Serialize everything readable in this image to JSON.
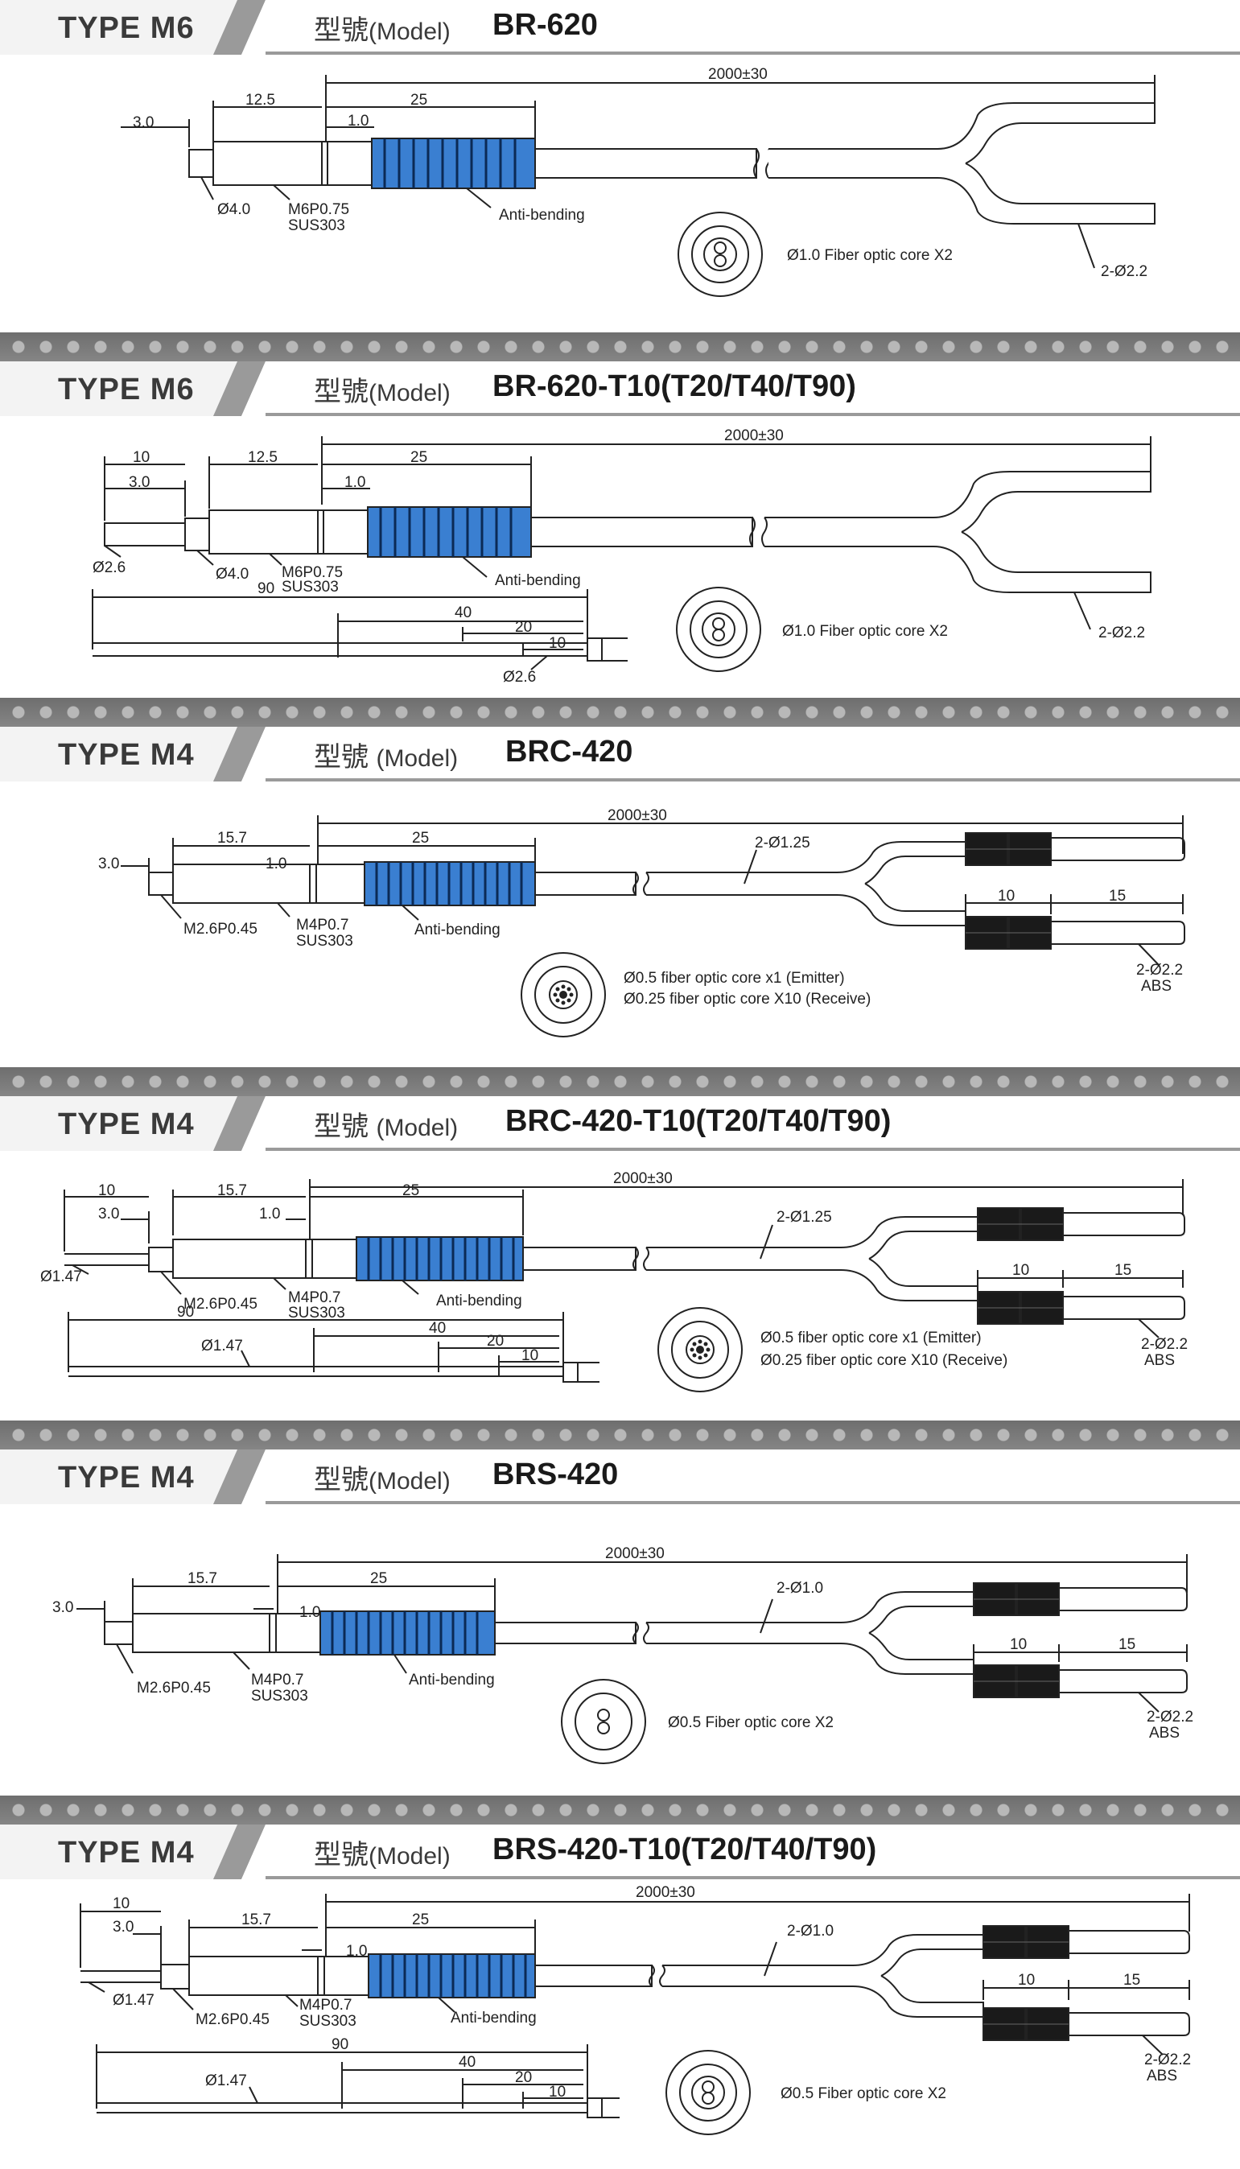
{
  "common": {
    "model_prefix": "型號",
    "model_word": "(Model)",
    "anti_bending": "Anti-bending",
    "fiber_length": "2000±30",
    "abs": "ABS",
    "outer_dia": "2-Ø2.2"
  },
  "sections": [
    {
      "type_label": "TYPE  M6",
      "model_name": "BR-620",
      "dims": {
        "d_30": "3.0",
        "d_125": "12.5",
        "d_25": "25",
        "d_10": "1.0"
      },
      "callouts": {
        "tip": "Ø4.0",
        "thread": "M6P0.75",
        "material": "SUS303"
      },
      "core_text": [
        "Ø1.0 Fiber optic core X2"
      ]
    },
    {
      "type_label": "TYPE  M6",
      "model_name": "BR-620-T10(T20/T40/T90)",
      "dims": {
        "d_10a": "10",
        "d_30": "3.0",
        "d_125": "12.5",
        "d_25": "25",
        "d_10": "1.0"
      },
      "callouts": {
        "tip_small": "Ø2.6",
        "tip": "Ø4.0",
        "thread": "M6P0.75",
        "material": "SUS303"
      },
      "probe": {
        "d_90": "90",
        "d_40": "40",
        "d_20": "20",
        "d_10": "10",
        "dia": "Ø2.6"
      },
      "core_text": [
        "Ø1.0 Fiber optic core X2"
      ]
    },
    {
      "type_label": "TYPE  M4",
      "model_name": "BRC-420",
      "dims": {
        "d_30": "3.0",
        "d_157": "15.7",
        "d_10": "1.0",
        "d_25": "25"
      },
      "callouts": {
        "tip": "M2.6P0.45",
        "thread": "M4P0.7",
        "material": "SUS303"
      },
      "fiber_dia": "2-Ø1.25",
      "connector": {
        "d_10": "10",
        "d_15": "15"
      },
      "core_text": [
        "Ø0.5 fiber optic core x1 (Emitter)",
        "Ø0.25 fiber optic core X10 (Receive)"
      ]
    },
    {
      "type_label": "TYPE  M4",
      "model_name": "BRC-420-T10(T20/T40/T90)",
      "dims": {
        "d_10a": "10",
        "d_30": "3.0",
        "d_157": "15.7",
        "d_10": "1.0",
        "d_25": "25"
      },
      "callouts": {
        "tip_small": "Ø1.47",
        "tip": "M2.6P0.45",
        "thread": "M4P0.7",
        "material": "SUS303"
      },
      "probe": {
        "d_90": "90",
        "d_40": "40",
        "d_20": "20",
        "d_10": "10",
        "dia": "Ø1.47"
      },
      "fiber_dia": "2-Ø1.25",
      "connector": {
        "d_10": "10",
        "d_15": "15"
      },
      "core_text": [
        "Ø0.5 fiber optic core x1 (Emitter)",
        "Ø0.25 fiber optic core X10 (Receive)"
      ]
    },
    {
      "type_label": "TYPE  M4",
      "model_name": "BRS-420",
      "dims": {
        "d_30": "3.0",
        "d_157": "15.7",
        "d_10": "1.0",
        "d_25": "25"
      },
      "callouts": {
        "tip": "M2.6P0.45",
        "thread": "M4P0.7",
        "material": "SUS303"
      },
      "fiber_dia": "2-Ø1.0",
      "connector": {
        "d_10": "10",
        "d_15": "15"
      },
      "core_text": [
        "Ø0.5 Fiber optic core X2"
      ]
    },
    {
      "type_label": "TYPE  M4",
      "model_name": "BRS-420-T10(T20/T40/T90)",
      "dims": {
        "d_10a": "10",
        "d_30": "3.0",
        "d_157": "15.7",
        "d_10": "1.0",
        "d_25": "25"
      },
      "callouts": {
        "tip_small": "Ø1.47",
        "tip": "M2.6P0.45",
        "thread": "M4P0.7",
        "material": "SUS303"
      },
      "probe": {
        "d_90": "90",
        "d_40": "40",
        "d_20": "20",
        "d_10": "10",
        "dia": "Ø1.47"
      },
      "fiber_dia": "2-Ø1.0",
      "connector": {
        "d_10": "10",
        "d_15": "15"
      },
      "core_text": [
        "Ø0.5 Fiber optic core X2"
      ]
    }
  ]
}
